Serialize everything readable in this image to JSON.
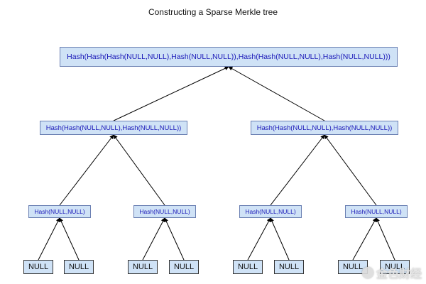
{
  "title": "Constructing a Sparse Merkle tree",
  "root": {
    "label": "Hash(Hash(Hash(NULL,NULL),Hash(NULL,NULL)),Hash(Hash(NULL,NULL),Hash(NULL,NULL)))"
  },
  "level2": [
    {
      "label": "Hash(Hash(NULL,NULL),Hash(NULL,NULL))"
    },
    {
      "label": "Hash(Hash(NULL,NULL),Hash(NULL,NULL))"
    }
  ],
  "level3": [
    {
      "label": "Hash(NULL,NULL)"
    },
    {
      "label": "Hash(NULL,NULL)"
    },
    {
      "label": "Hash(NULL,NULL)"
    },
    {
      "label": "Hash(NULL,NULL)"
    }
  ],
  "leaves": [
    {
      "label": "NULL"
    },
    {
      "label": "NULL"
    },
    {
      "label": "NULL"
    },
    {
      "label": "NULL"
    },
    {
      "label": "NULL"
    },
    {
      "label": "NULL"
    },
    {
      "label": "NULL"
    },
    {
      "label": "NULL"
    }
  ],
  "watermark": {
    "text": "金色财经",
    "icon": "coin-logo-icon"
  },
  "colors": {
    "node_fill": "#cfe2f6",
    "node_text": "#1a18b8",
    "edge": "#000000"
  }
}
